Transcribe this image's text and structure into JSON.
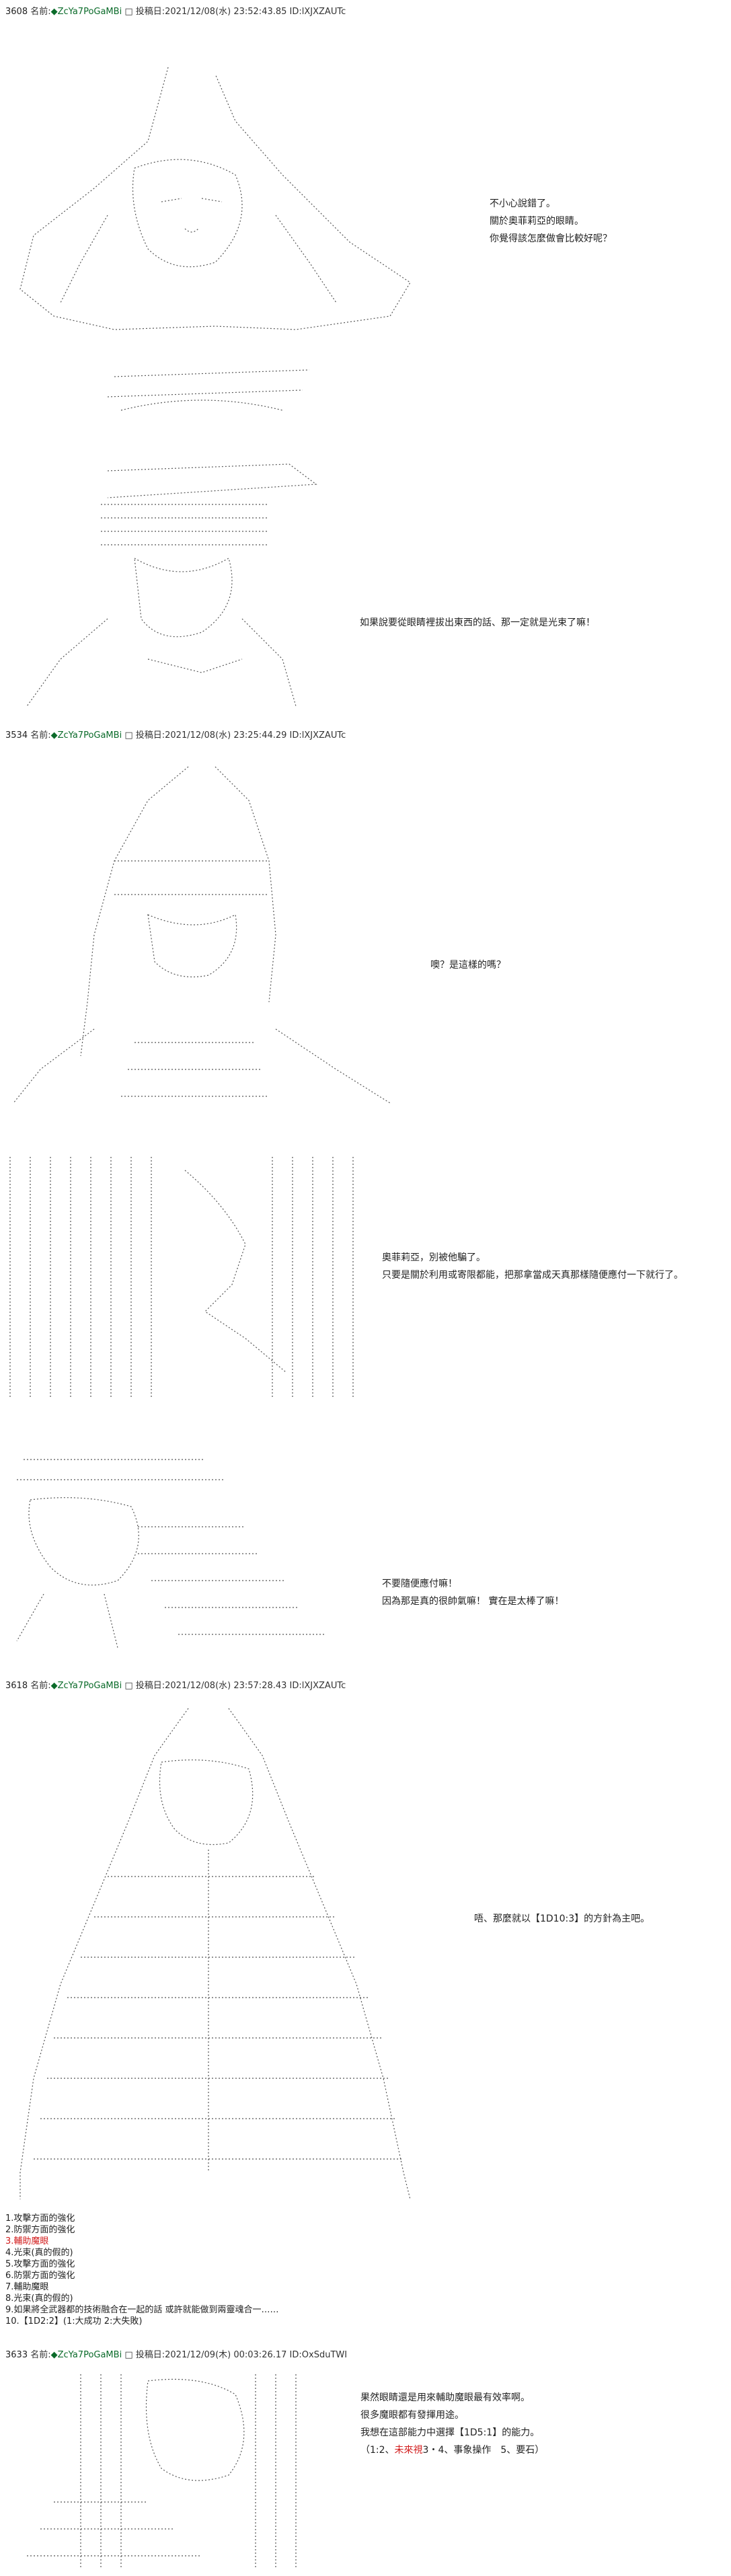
{
  "posts": [
    {
      "header": {
        "number": "3608",
        "name_label": "名前:",
        "trip": "◆ZcYa7PoGaMBi",
        "date_label": "投稿日:",
        "datetime": "2021/12/08(水) 23:52:43.85",
        "id": "ID:lXJXZAUTc"
      },
      "dialogs": [
        {
          "lines": [
            "不小心說錯了。",
            "關於奧菲莉亞的眼睛。",
            "你覺得該怎麼做會比較好呢？"
          ]
        },
        {
          "lines": [
            "如果說要從眼睛裡拔出東西的話、那一定就是光束了嘛！"
          ]
        }
      ]
    },
    {
      "header": {
        "number": "3534",
        "name_label": "名前:",
        "trip": "◆ZcYa7PoGaMBi",
        "date_label": "投稿日:",
        "datetime": "2021/12/08(水) 23:25:44.29",
        "id": "ID:lXJXZAUTc"
      },
      "dialogs": [
        {
          "lines": [
            "噢？是這樣的嗎？"
          ]
        },
        {
          "lines": [
            "奧菲莉亞，別被他騙了。",
            "只要是關於利用或寄限都能，把那拿當成天真那樣隨便應付一下就行了。"
          ]
        },
        {
          "lines": [
            "不要隨便應付嘛！",
            "因為那是真的很帥氣嘛！ 實在是太棒了嘛！"
          ]
        }
      ]
    },
    {
      "header": {
        "number": "3618",
        "name_label": "名前:",
        "trip": "◆ZcYa7PoGaMBi",
        "date_label": "投稿日:",
        "datetime": "2021/12/08(水) 23:57:28.43",
        "id": "ID:lXJXZAUTc"
      },
      "dialogs": [
        {
          "lines": [
            "唔、那麼就以【1D10:3】的方針為主吧。"
          ]
        }
      ],
      "choices": [
        "1.攻擊方面的強化",
        "2.防禦方面的強化",
        "3.輔助魔眼",
        "4.光束(真的假的)",
        "5.攻擊方面的強化",
        "6.防禦方面的強化",
        "7.輔助魔眼",
        "8.光束(真的假的)",
        "9.如果將全武器都的技術融合在一起的話 或許就能做到兩靈魂合一……",
        "10.【1D2:2】(1:大成功 2:大失敗)"
      ],
      "highlight_index": 2
    },
    {
      "header": {
        "number": "3633",
        "name_label": "名前:",
        "trip": "◆ZcYa7PoGaMBi",
        "date_label": "投稿日:",
        "datetime": "2021/12/09(木) 00:03:26.17",
        "id": "ID:OxSduTWI"
      },
      "dialogs": [
        {
          "lines": [
            "果然眼睛還是用來輔助魔眼最有效率啊。",
            "很多魔眼都有發揮用途。",
            "我想在這部能力中選擇【1D5:1】的能力。"
          ]
        }
      ],
      "final_line": {
        "prefix": "（1:2、",
        "red": "未來視",
        "suffix": "3・4、事象操作　5、要石）"
      }
    }
  ],
  "colors": {
    "text": "#222222",
    "trip": "#0b6b2a",
    "highlight": "#d21e1e",
    "art": "#333333"
  }
}
